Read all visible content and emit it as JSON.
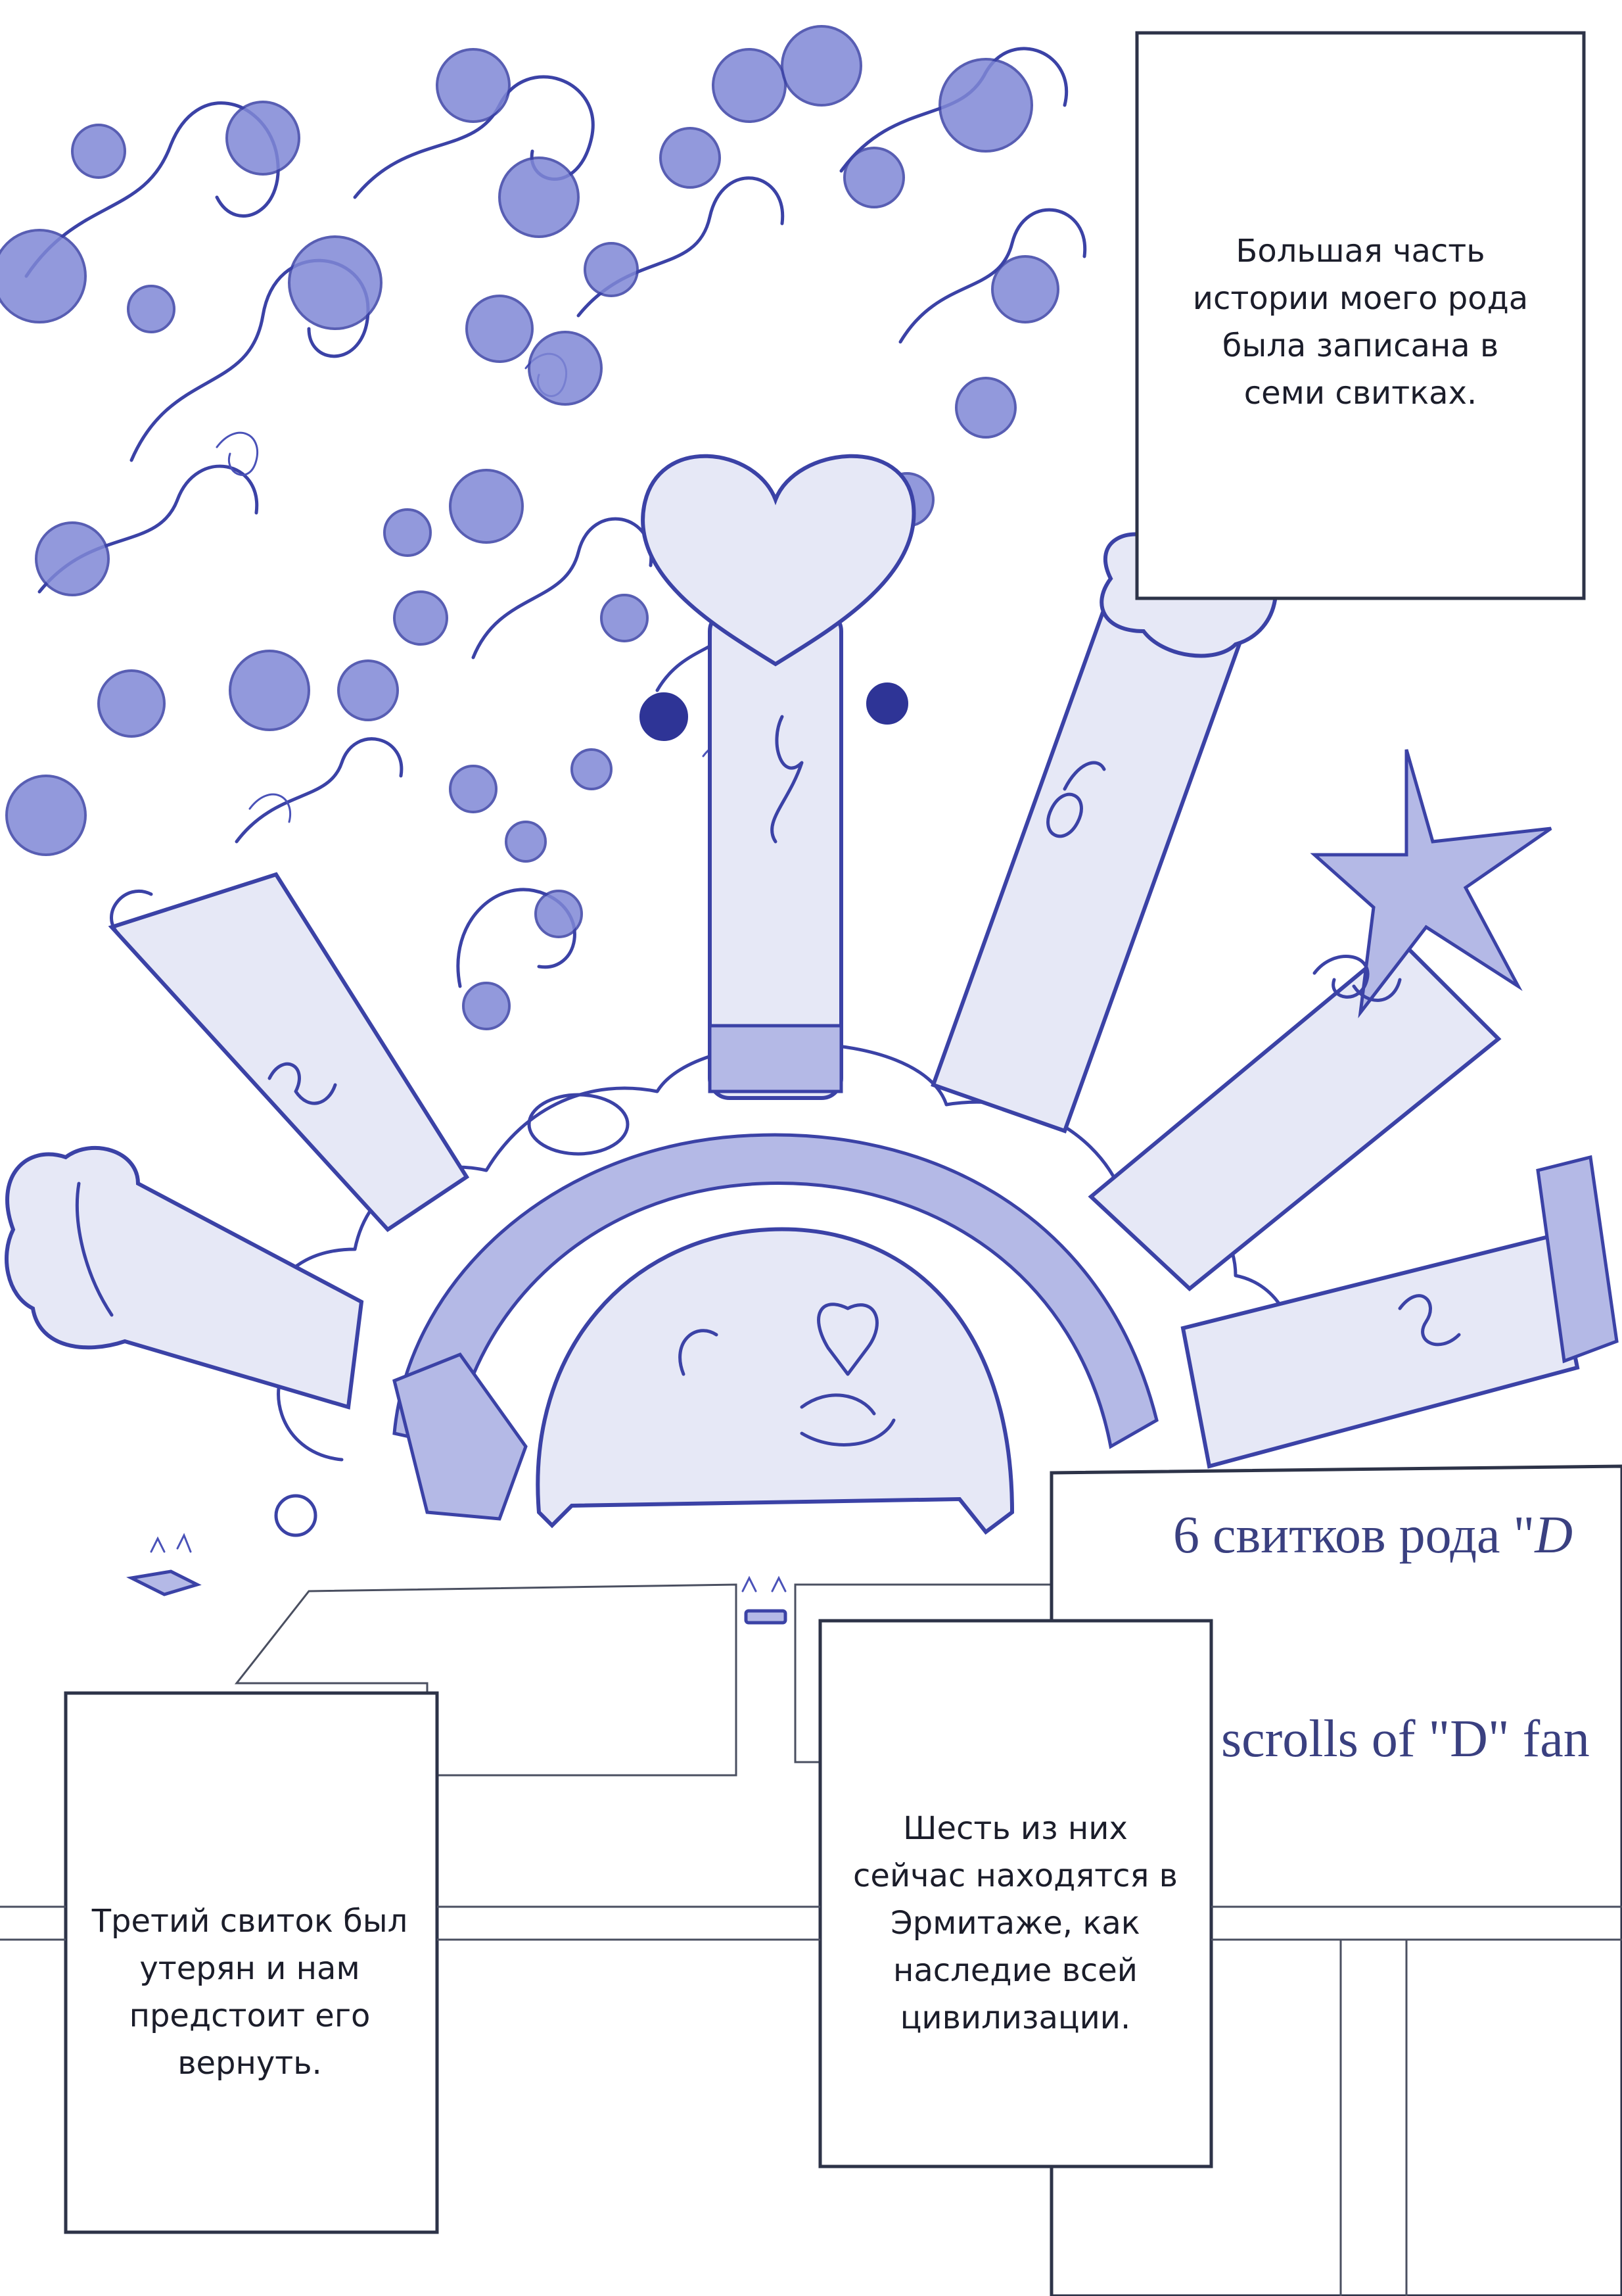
{
  "captions": {
    "top_right": "Большая часть\nистории моего рода\nбыла записана в\nсеми свитках.",
    "bottom_left": "Третий свиток был\nутерян и нам\nпредстоит его\nвернуть.",
    "bottom_middle": "Шесть из них\nсейчас находятся в\nЭрмитаже, как\nнаследие всей\nцивилизации."
  },
  "title_ru": {
    "prefix": "6 свитков рода \"",
    "italic": "D"
  },
  "title_en": "scrolls of \"D\" fan",
  "colors": {
    "ink": "#3b42a6",
    "paper": "#ffffff",
    "title_text": "#3a4080"
  }
}
